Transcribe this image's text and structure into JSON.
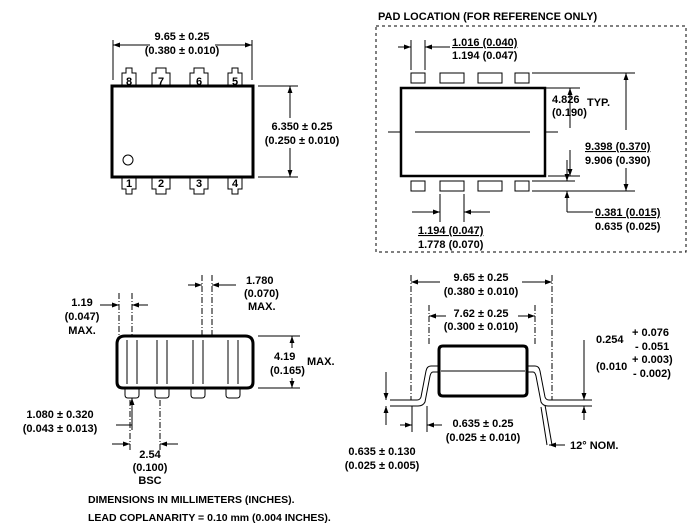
{
  "top_view": {
    "width_dim": "9.65 ± 0.25",
    "width_dim_in": "(0.380 ± 0.010)",
    "height_dim": "6.350 ± 0.25",
    "height_dim_in": "(0.250 ± 0.010)",
    "pins_top": [
      "8",
      "7",
      "6",
      "5"
    ],
    "pins_bottom": [
      "1",
      "2",
      "3",
      "4"
    ]
  },
  "pad_location": {
    "title": "PAD LOCATION (FOR REFERENCE ONLY)",
    "pad_width_min": "1.016 (0.040)",
    "pad_width_max": "1.194 (0.047)",
    "row_gap": "4.826",
    "row_gap_in": "(0.190)",
    "row_gap_typ": "TYP.",
    "span_min": "9.398 (0.370)",
    "span_max": "9.906 (0.390)",
    "pitch_min": "1.194 (0.047)",
    "pitch_max": "1.778 (0.070)",
    "pad_len_min": "0.381 (0.015)",
    "pad_len_max": "0.635 (0.025)"
  },
  "side_view": {
    "standoff": "1.19",
    "standoff_in": "(0.047)",
    "standoff_max": "MAX.",
    "lead_w": "1.780",
    "lead_w_in": "(0.070)",
    "lead_w_max": "MAX.",
    "body_h": "4.19",
    "body_h_in": "(0.165)",
    "body_h_max": "MAX.",
    "lead_t": "1.080 ± 0.320",
    "lead_t_in": "(0.043 ± 0.013)",
    "pitch": "2.54",
    "pitch_in": "(0.100)",
    "pitch_bsc": "BSC"
  },
  "end_view": {
    "overall": "9.65 ± 0.25",
    "overall_in": "(0.380 ± 0.010)",
    "body": "7.62 ± 0.25",
    "body_in": "(0.300 ± 0.010)",
    "thick_base": "0.254",
    "thick_plus": "+ 0.076",
    "thick_minus": "- 0.051",
    "thick_base_in": "(0.010",
    "thick_plus_in": "+ 0.003)",
    "thick_minus_in": "- 0.002)",
    "foot": "0.635 ± 0.25",
    "foot_in": "(0.025 ± 0.010)",
    "foot2": "0.635 ± 0.130",
    "foot2_in": "(0.025 ± 0.005)",
    "angle": "12° NOM."
  },
  "notes": {
    "line1": "DIMENSIONS IN MILLIMETERS (INCHES).",
    "line2": "LEAD COPLANARITY = 0.10 mm (0.004 INCHES)."
  }
}
